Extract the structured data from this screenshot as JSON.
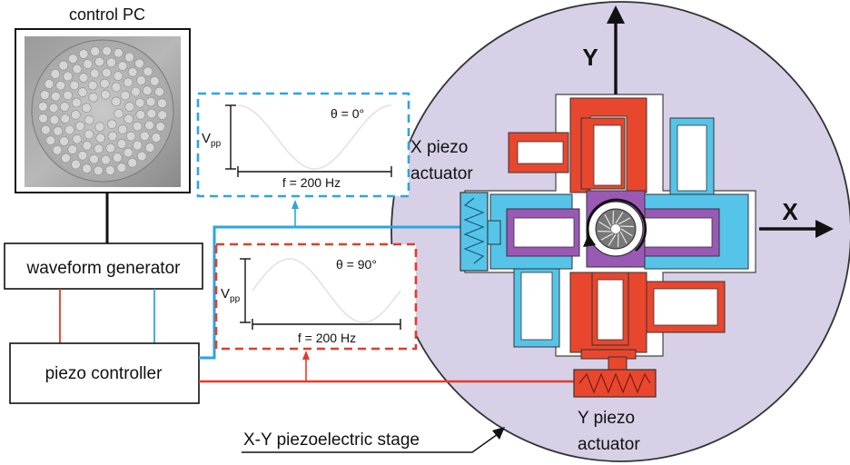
{
  "pc": {
    "label": "control PC"
  },
  "blocks": {
    "waveform_generator": "waveform generator",
    "piezo_controller": "piezo controller"
  },
  "signal_top": {
    "amp_label_main": "V",
    "amp_label_sub": "pp",
    "phase": "θ = 0°",
    "freq": "f = 200 Hz",
    "color": "#2aa6e0"
  },
  "signal_bottom": {
    "amp_label_main": "V",
    "amp_label_sub": "pp",
    "phase": "θ = 90°",
    "freq": "f = 200 Hz",
    "color": "#e53a2a"
  },
  "stage": {
    "x_actuator_line1": "X  piezo",
    "x_actuator_line2": "actuator",
    "y_actuator_line1": "Y  piezo",
    "y_actuator_line2": "actuator",
    "axis_x": "X",
    "axis_y": "Y",
    "caption": "X-Y  piezoelectric stage",
    "disk_color": "#d8d0e6",
    "red_color": "#e8472e",
    "blue_color": "#56c4e8",
    "purple_color": "#9b59b6"
  }
}
